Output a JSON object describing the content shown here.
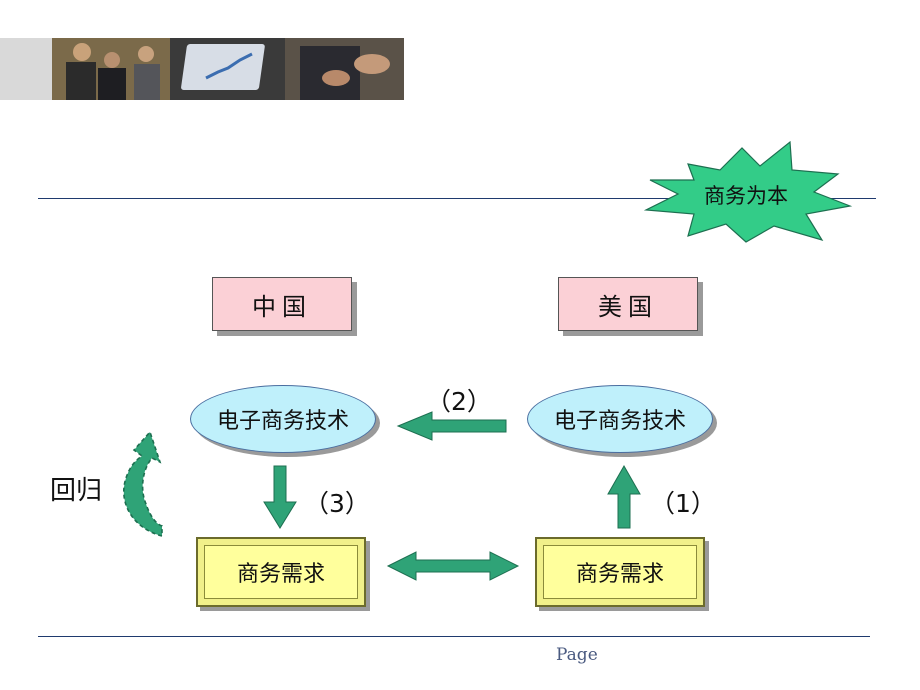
{
  "badge": {
    "label": "商务为本"
  },
  "countries": {
    "left": "中国",
    "right": "美国"
  },
  "tech": {
    "left": "电子商务技术",
    "right": "电子商务技术"
  },
  "demand": {
    "left": "商务需求",
    "right": "商务需求"
  },
  "steps": {
    "one": "（1）",
    "two": "（2）",
    "three": "（3）"
  },
  "return_label": "回归",
  "footer": {
    "page_label": "Page"
  },
  "colors": {
    "arrow_fill": "#2fa377",
    "arrow_stroke": "#1d6f50",
    "country_fill": "#fbd0d6",
    "oval_fill": "#bff0fb",
    "demand_fill": "#ffff9c",
    "badge_fill": "#33cc88",
    "rule": "#1f3a6e"
  }
}
